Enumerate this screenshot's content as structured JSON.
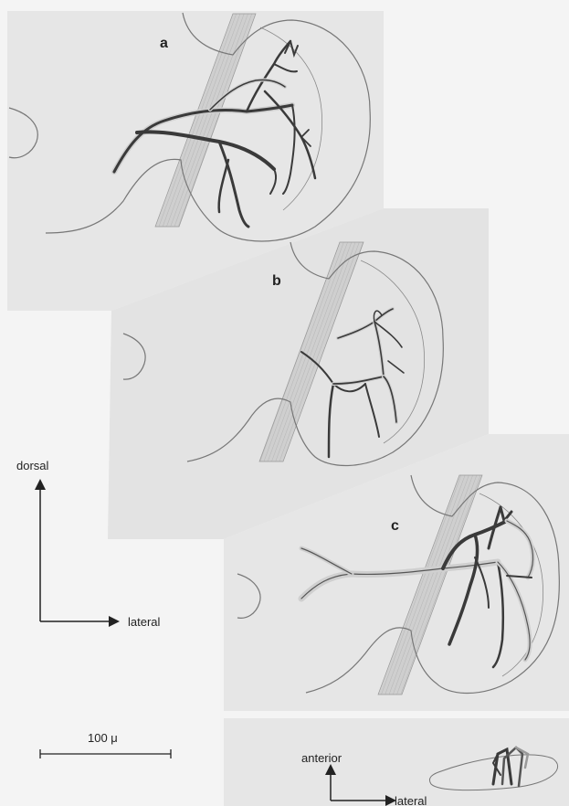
{
  "panels": [
    {
      "id": "a",
      "label": "a"
    },
    {
      "id": "b",
      "label": "b"
    },
    {
      "id": "c",
      "label": "c"
    }
  ],
  "orientation_transverse": {
    "up": "dorsal",
    "right": "lateral"
  },
  "orientation_horizontal": {
    "up": "anterior",
    "right": "lateral"
  },
  "scale_bar": {
    "label": "100 μ"
  },
  "colors": {
    "background": "#f4f4f4",
    "panel_fill": "#e6e6e6",
    "outline": "#777777",
    "vessel_dark": "#3a3a3a",
    "vessel_light": "#cfcfcf",
    "nerve_fill": "#c9c9c9"
  }
}
